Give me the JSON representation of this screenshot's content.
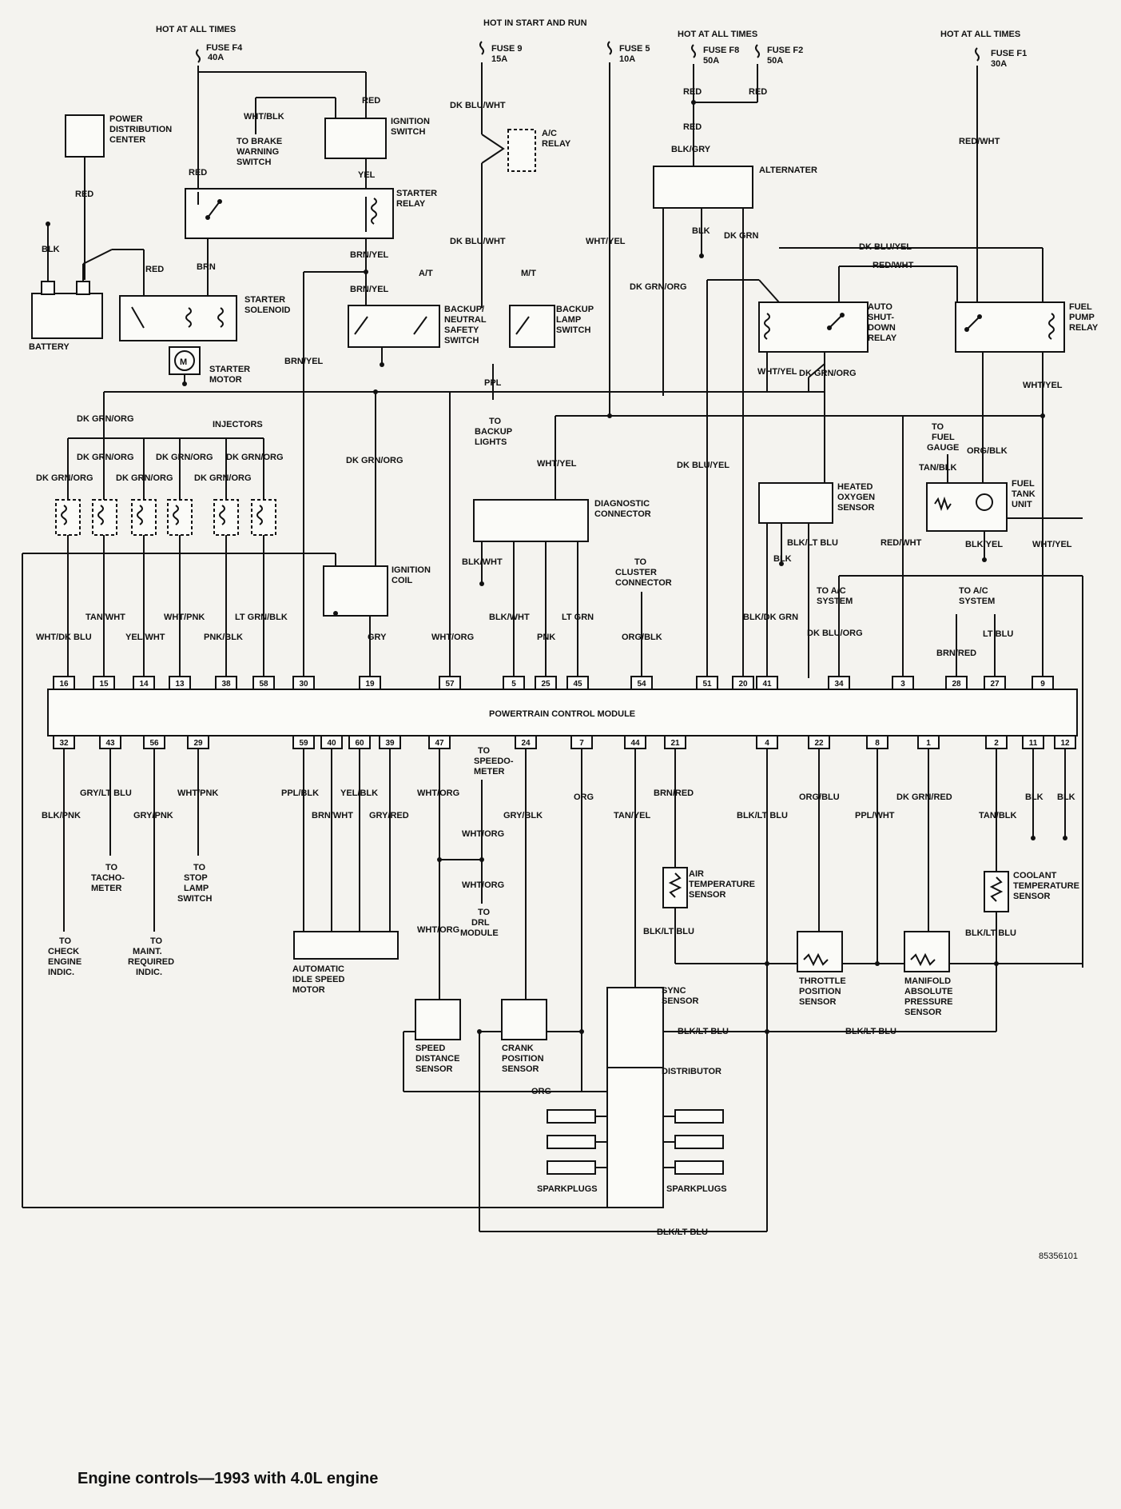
{
  "caption": "Engine controls—1993 with 4.0L engine",
  "figure_id": "85356101",
  "power": {
    "hot_all_times_1": "HOT AT ALL TIMES",
    "fuse_f4": "FUSE F4",
    "fuse_f4_amp": "40A",
    "hot_start_run": "HOT IN START AND RUN",
    "fuse_9": "FUSE 9",
    "fuse_9_amp": "15A",
    "fuse_5": "FUSE 5",
    "fuse_5_amp": "10A",
    "hot_all_times_2": "HOT AT ALL TIMES",
    "fuse_f8": "FUSE F8",
    "fuse_f8_amp": "50A",
    "fuse_f2": "FUSE F2",
    "fuse_f2_amp": "50A",
    "hot_all_times_3": "HOT AT ALL TIMES",
    "fuse_f1": "FUSE F1",
    "fuse_f1_amp": "30A"
  },
  "components": {
    "pdc": [
      "POWER",
      "DISTRIBUTION",
      "CENTER"
    ],
    "battery": "BATTERY",
    "ignition_switch": [
      "IGNITION",
      "SWITCH"
    ],
    "brake_warning": [
      "TO BRAKE",
      "WARNING",
      "SWITCH"
    ],
    "starter_relay": [
      "STARTER",
      "RELAY"
    ],
    "starter_solenoid": [
      "STARTER",
      "SOLENOID"
    ],
    "starter_motor": [
      "STARTER",
      "MOTOR"
    ],
    "ac_relay": [
      "A/C",
      "RELAY"
    ],
    "at": "A/T",
    "mt": "M/T",
    "backup_neutral": [
      "BACKUP/",
      "NEUTRAL",
      "SAFETY",
      "SWITCH"
    ],
    "backup_lamp": [
      "BACKUP",
      "LAMP",
      "SWITCH"
    ],
    "to_backup_lights": [
      "TO",
      "BACKUP",
      "LIGHTS"
    ],
    "alternator": "ALTERNATER",
    "asd_relay": [
      "AUTO",
      "SHUT-",
      "DOWN",
      "RELAY"
    ],
    "fuel_pump_relay": [
      "FUEL",
      "PUMP",
      "RELAY"
    ],
    "injectors": "INJECTORS",
    "ignition_coil": [
      "IGNITION",
      "COIL"
    ],
    "diag_connector": [
      "DIAGNOSTIC",
      "CONNECTOR"
    ],
    "cluster_connector": [
      "TO",
      "CLUSTER",
      "CONNECTOR"
    ],
    "o2_sensor": [
      "HEATED",
      "OXYGEN",
      "SENSOR"
    ],
    "to_fuel_gauge": [
      "TO",
      "FUEL",
      "GAUGE"
    ],
    "fuel_tank_unit": [
      "FUEL",
      "TANK",
      "UNIT"
    ],
    "to_ac_system_1": [
      "TO A/C",
      "SYSTEM"
    ],
    "to_ac_system_2": [
      "TO A/C",
      "SYSTEM"
    ],
    "pcm": "POWERTRAIN CONTROL MODULE",
    "to_check_engine": [
      "TO",
      "CHECK",
      "ENGINE",
      "INDIC."
    ],
    "to_tachometer": [
      "TO",
      "TACHO-",
      "METER"
    ],
    "to_maint": [
      "TO",
      "MAINT.",
      "REQUIRED",
      "INDIC."
    ],
    "to_stop_lamp": [
      "TO",
      "STOP",
      "LAMP",
      "SWITCH"
    ],
    "aism": [
      "AUTOMATIC",
      "IDLE SPEED",
      "MOTOR"
    ],
    "to_speedometer": [
      "TO",
      "SPEEDO-",
      "METER"
    ],
    "to_drl": [
      "TO",
      "DRL",
      "MODULE"
    ],
    "speed_sensor": [
      "SPEED",
      "DISTANCE",
      "SENSOR"
    ],
    "crank_sensor": [
      "CRANK",
      "POSITION",
      "SENSOR"
    ],
    "sync_sensor": [
      "SYNC",
      "SENSOR"
    ],
    "distributor": "DISTRIBUTOR",
    "sparkplugs": "SPARKPLUGS",
    "air_temp": [
      "AIR",
      "TEMPERATURE",
      "SENSOR"
    ],
    "tps": [
      "THROTTLE",
      "POSITION",
      "SENSOR"
    ],
    "map": [
      "MANIFOLD",
      "ABSOLUTE",
      "PRESSURE",
      "SENSOR"
    ],
    "coolant": [
      "COOLANT",
      "TEMPERATURE",
      "SENSOR"
    ]
  },
  "wires": {
    "red": "RED",
    "blk": "BLK",
    "brn": "BRN",
    "wht_blk": "WHT/BLK",
    "yel": "YEL",
    "brn_yel": "BRN/YEL",
    "dk_blu_wht": "DK BLU/WHT",
    "wht_yel": "WHT/YEL",
    "blk_gry": "BLK/GRY",
    "dk_grn": "DK GRN",
    "red_wht": "RED/WHT",
    "dk_grn_org": "DK GRN/ORG",
    "dk_blu_yel": "DK BLU/YEL",
    "ppl": "PPL",
    "dk_blu_yel2": "DK BLU/YEL",
    "org_blk": "ORG/BLK",
    "tan_blk": "TAN/BLK",
    "blk_wht": "BLK/WHT",
    "blk_lt_blu": "BLK/LT BLU",
    "blk_yel": "BLK/YEL",
    "tan_wht": "TAN/WHT",
    "wht_pnk": "WHT/PNK",
    "lt_grn_blk": "LT GRN/BLK",
    "wht_dk_blu": "WHT/DK BLU",
    "yel_wht": "YEL/WHT",
    "pnk_blk": "PNK/BLK",
    "gry": "GRY",
    "wht_org": "WHT/ORG",
    "pnk": "PNK",
    "lt_grn": "LT GRN",
    "blk_dk_grn": "BLK/DK GRN",
    "dk_blu_org": "DK BLU/ORG",
    "brn_red": "BRN/RED",
    "lt_blu": "LT BLU",
    "gry_lt_blu": "GRY/LT BLU",
    "blk_pnk": "BLK/PNK",
    "gry_pnk": "GRY/PNK",
    "ppl_blk": "PPL/BLK",
    "brn_wht": "BRN/WHT",
    "yel_blk": "YEL/BLK",
    "gry_red": "GRY/RED",
    "gry_blk": "GRY/BLK",
    "org": "ORG",
    "tan_yel": "TAN/YEL",
    "org_blu": "ORG/BLU",
    "ppl_wht": "PPL/WHT",
    "dk_grn_red": "DK GRN/RED",
    "tan_blk2": "TAN/BLK",
    "red_wht2": "RED/WHT",
    "blk_lt_blu2": "BLK/LT BLU",
    "wht_yel2": "WHT/YEL"
  },
  "pcm_pins_top": [
    "16",
    "15",
    "14",
    "13",
    "38",
    "58",
    "30",
    "19",
    "57",
    "5",
    "25",
    "45",
    "54",
    "51",
    "20",
    "41",
    "34",
    "3",
    "28",
    "27",
    "9"
  ],
  "pcm_pins_bottom": [
    "32",
    "43",
    "56",
    "29",
    "59",
    "40",
    "60",
    "39",
    "47",
    "24",
    "7",
    "44",
    "21",
    "4",
    "22",
    "8",
    "1",
    "2",
    "11",
    "12"
  ]
}
